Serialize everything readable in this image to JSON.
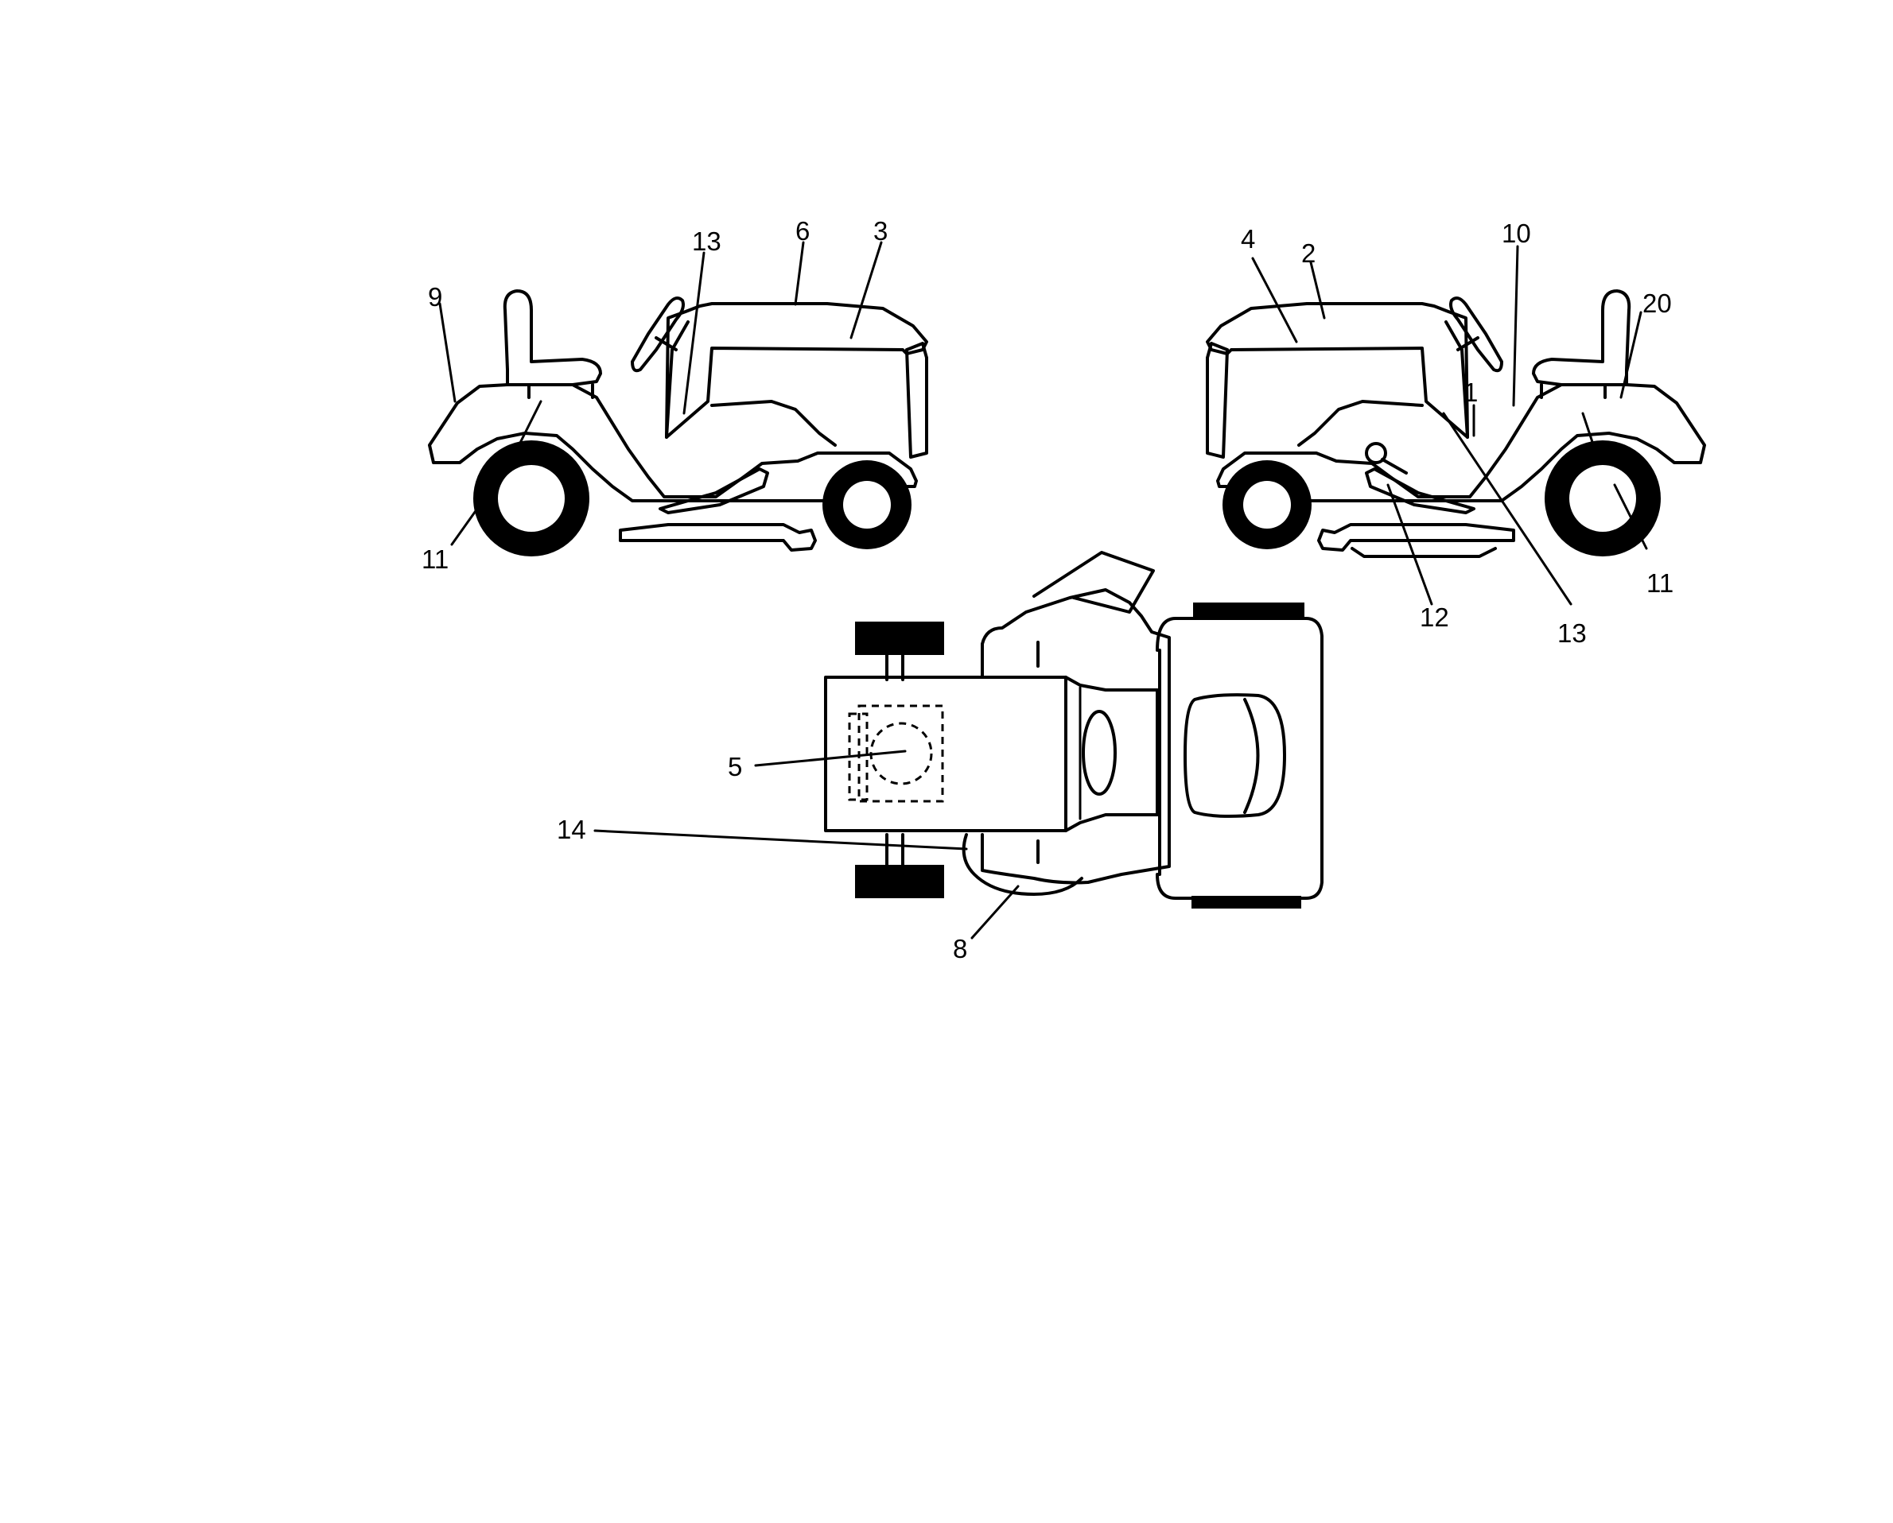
{
  "diagram": {
    "callouts": {
      "left_view": [
        "9",
        "13",
        "6",
        "3",
        "11"
      ],
      "right_view": [
        "4",
        "2",
        "10",
        "20",
        "1",
        "12",
        "13",
        "11"
      ],
      "top_view": [
        "5",
        "14",
        "8"
      ]
    }
  }
}
